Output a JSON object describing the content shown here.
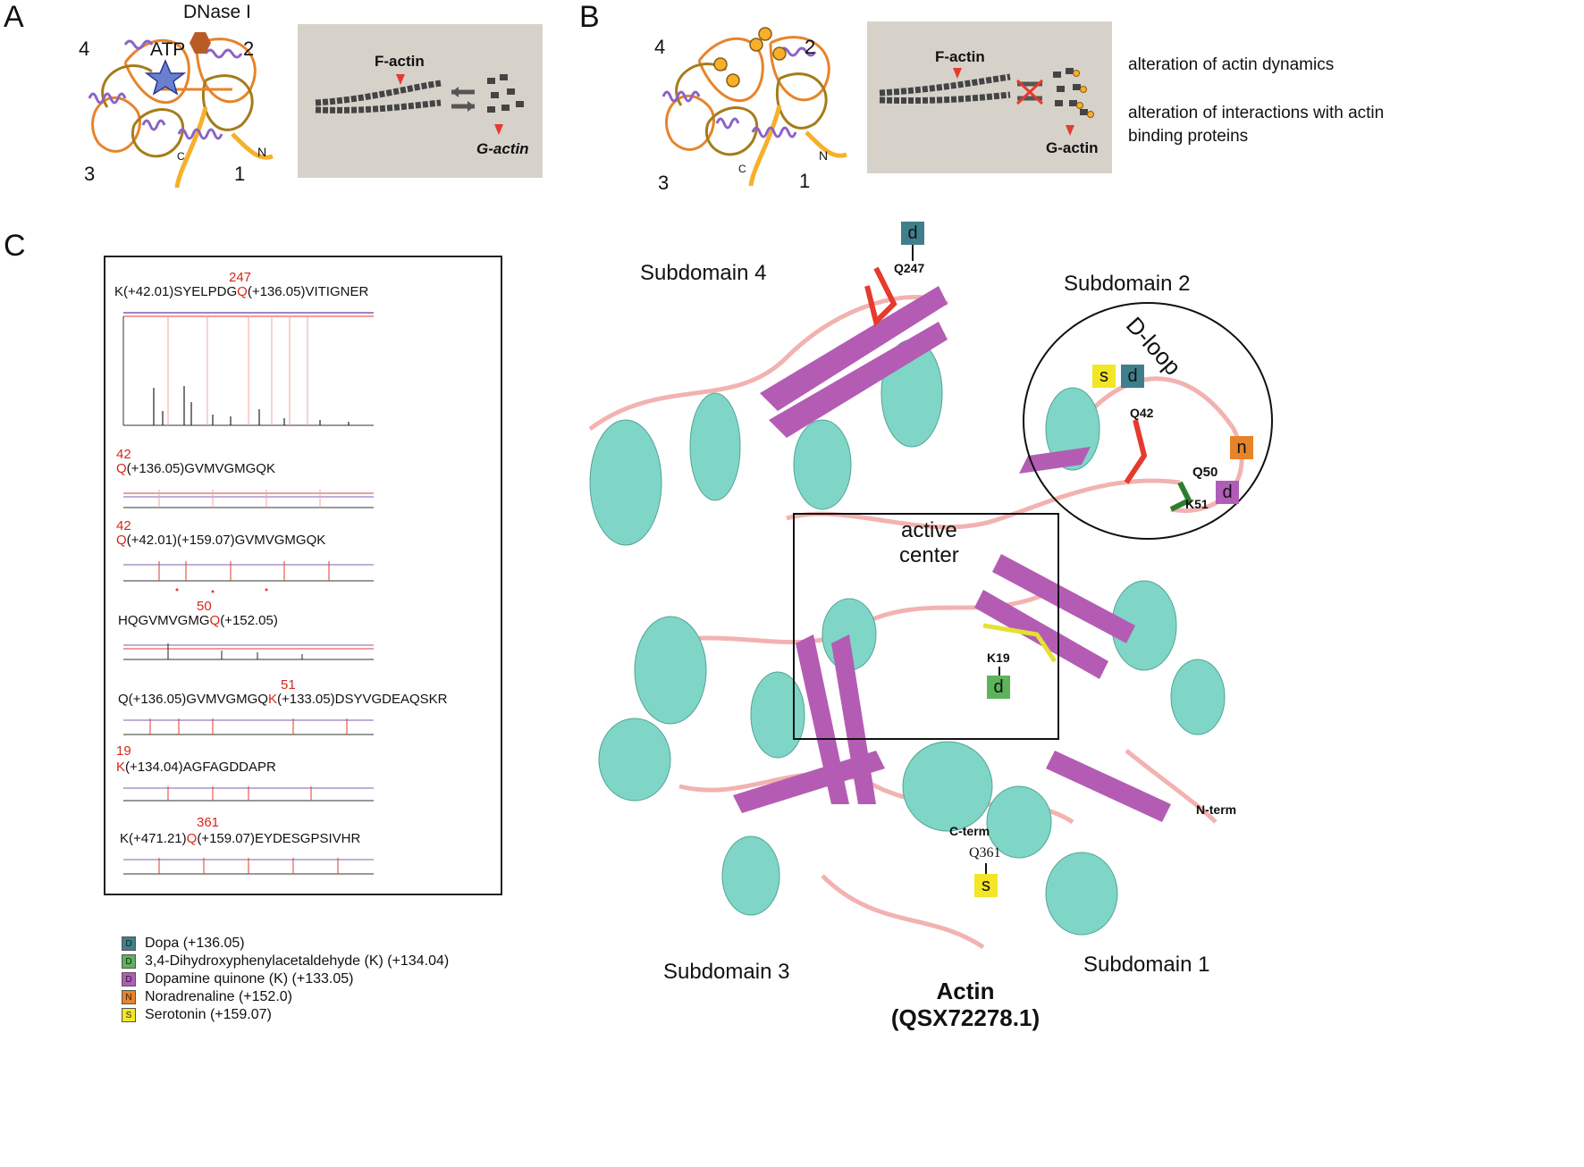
{
  "panels": {
    "A": {
      "letter": "A",
      "dnase_label": "DNase I",
      "atp_label": "ATP",
      "subdomain_numbers": [
        "4",
        "2",
        "3",
        "1"
      ],
      "n_label": "N",
      "c_label": "C",
      "f_actin_label": "F-actin",
      "g_actin_label": "G-actin"
    },
    "B": {
      "letter": "B",
      "subdomain_numbers": [
        "4",
        "2",
        "3",
        "1"
      ],
      "n_label": "N",
      "c_label": "C",
      "f_actin_label": "F-actin",
      "g_actin_label": "G-actin",
      "notes": [
        "alteration of actin dynamics",
        "alteration of interactions with actin",
        "binding proteins"
      ]
    },
    "C": {
      "letter": "C",
      "peptides": [
        {
          "site": "247",
          "pre": "K(+42.01)SYELPDG",
          "res": "Q",
          "post": "(+136.05)VITIGNER"
        },
        {
          "site": "42",
          "pre": "",
          "res": "Q",
          "post": "(+136.05)GVMVGMGQK"
        },
        {
          "site": "42",
          "pre": "",
          "res": "Q",
          "post": "(+42.01)(+159.07)GVMVGMGQK"
        },
        {
          "site": "50",
          "pre": "HQGVMVGMG",
          "res": "Q",
          "post": "(+152.05)"
        },
        {
          "site": "51",
          "pre": "Q(+136.05)GVMVGMGQ",
          "res": "K",
          "post": "(+133.05)DSYVGDEAQSKR"
        },
        {
          "site": "19",
          "pre": "",
          "res": "K",
          "post": "(+134.04)AGFAGDDAPR"
        },
        {
          "site": "361",
          "pre": "K(+471.21)",
          "res": "Q",
          "post": "(+159.07)EYDESGPSIVHR"
        }
      ],
      "legend": [
        {
          "letter": "D",
          "label": "Dopa (+136.05)",
          "color": "#3f7f8c"
        },
        {
          "letter": "D",
          "label": "3,4-Dihydroxyphenylacetaldehyde (K) (+134.04)",
          "color": "#5cb35c"
        },
        {
          "letter": "D",
          "label": "Dopamine quinone (K) (+133.05)",
          "color": "#b05db8"
        },
        {
          "letter": "N",
          "label": "Noradrenaline (+152.0)",
          "color": "#e8832a"
        },
        {
          "letter": "S",
          "label": "Serotonin (+159.07)",
          "color": "#f2e627"
        }
      ],
      "structure": {
        "subdomain_4": "Subdomain 4",
        "subdomain_2": "Subdomain 2",
        "subdomain_3": "Subdomain 3",
        "subdomain_1": "Subdomain 1",
        "d_loop": "D-loop",
        "active_center_line1": "active",
        "active_center_line2": "center",
        "title_line1": "Actin",
        "title_line2": "(QSX72278.1)",
        "sites": {
          "q247": "Q247",
          "q42": "Q42",
          "q50": "Q50",
          "k51": "K51",
          "k19": "K19",
          "q361": "Q361",
          "n_term": "N-term",
          "c_term": "C-term"
        },
        "tags": {
          "q247_d": "d",
          "q42_s": "s",
          "q42_d": "d",
          "q50_n": "n",
          "k51_d": "d",
          "k19_d": "d",
          "q361_s": "s"
        },
        "colors": {
          "helix": "#7fd6c6",
          "sheet": "#b45cb4",
          "loop": "#f2b3b0",
          "dopa": "#3f7f8c",
          "dopal": "#5cb35c",
          "quinone": "#b05db8",
          "noradrenaline": "#e8832a",
          "serotonin": "#f2e627",
          "site_red": "#d7261b"
        }
      }
    }
  }
}
